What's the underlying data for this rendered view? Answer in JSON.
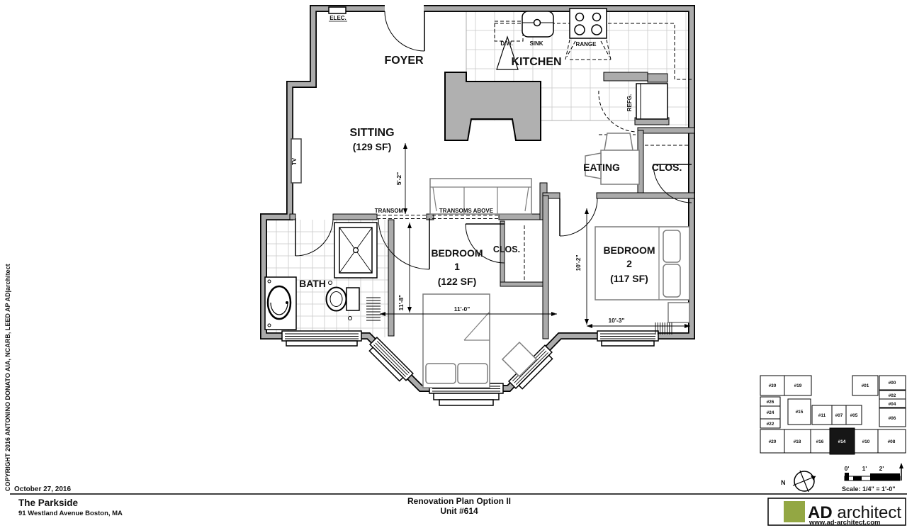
{
  "sheet": {
    "copyright": "COPYRIGHT 2016 ANTONINO DONATO AIA, NCARB, LEED AP AD|architect",
    "date": "October 27, 2016",
    "project_name": "The Parkside",
    "project_address": "91 Westland Avenue Boston, MA",
    "drawing_title": "Renovation Plan Option II",
    "drawing_unit": "Unit #614",
    "firm_bold": "AD",
    "firm_rest": " architect",
    "website": "www.ad-architect.com",
    "scale_text": "Scale: 1/4\" = 1'-0\"",
    "scale_ticks": [
      "0'",
      "1'",
      "2'"
    ],
    "north": "N"
  },
  "rooms": {
    "foyer": "FOYER",
    "kitchen": "KITCHEN",
    "sitting": "SITTING",
    "sitting_area": "(129 SF)",
    "eating": "EATING",
    "clos_hall": "CLOS.",
    "bath": "BATH",
    "bedroom1": "BEDROOM",
    "bedroom1_num": "1",
    "bedroom1_area": "(122 SF)",
    "clos_bedroom": "CLOS.",
    "bedroom2": "BEDROOM",
    "bedroom2_num": "2",
    "bedroom2_area": "(117 SF)"
  },
  "fixtures": {
    "elec": "ELEC.",
    "dw": "D.W.",
    "sink": "SINK",
    "range": "RANGE",
    "refg": "REFG.",
    "tv": "TV",
    "transom": "TRANSOM",
    "transoms_above": "TRANSOMS ABOVE"
  },
  "dimensions": {
    "sitting_depth": "5'-2\"",
    "bedroom1_depth": "11'-8\"",
    "bedroom1_width": "11'-0\"",
    "bedroom2_depth": "10'-2\"",
    "bedroom2_width": "10'-3\""
  },
  "keyplan": {
    "highlighted_unit": "#14",
    "units": [
      {
        "label": "#30"
      },
      {
        "label": "#19"
      },
      {
        "label": "#01"
      },
      {
        "label": "#00"
      },
      {
        "label": "#02"
      },
      {
        "label": "#04"
      },
      {
        "label": "#06"
      },
      {
        "label": "#26"
      },
      {
        "label": "#24"
      },
      {
        "label": "#22"
      },
      {
        "label": "#15"
      },
      {
        "label": "#11"
      },
      {
        "label": "#07"
      },
      {
        "label": "#05"
      },
      {
        "label": "#20"
      },
      {
        "label": "#18"
      },
      {
        "label": "#16"
      },
      {
        "label": "#14"
      },
      {
        "label": "#10"
      },
      {
        "label": "#08"
      }
    ]
  },
  "colors": {
    "logo_green": "#93a743",
    "wall_gray": "#ababab",
    "highlight": "#161616"
  }
}
